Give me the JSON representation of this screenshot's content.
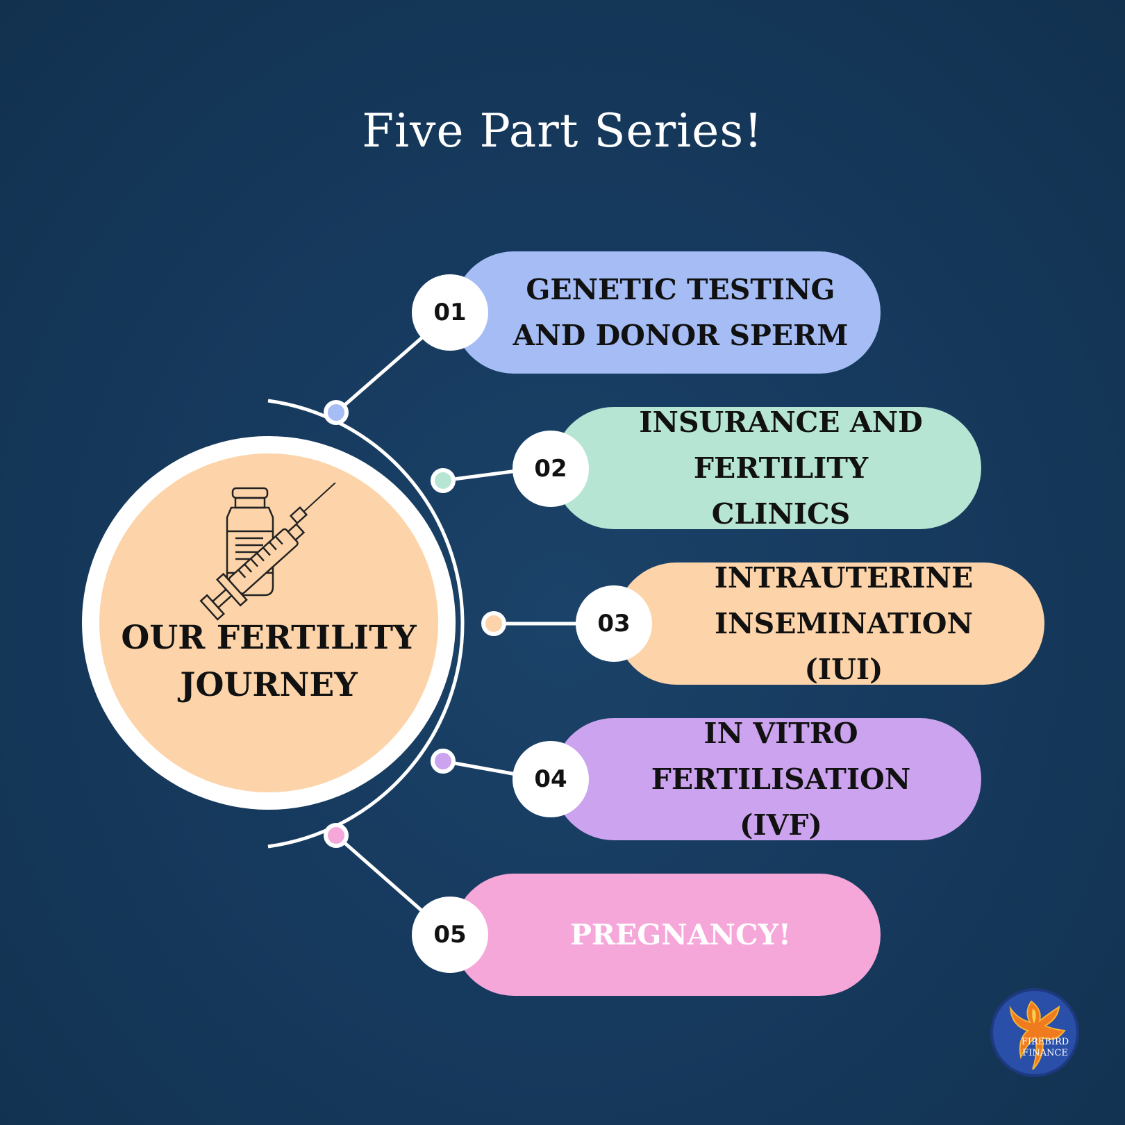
{
  "title": "Five Part Series!",
  "hub": {
    "label": "OUR FERTILITY JOURNEY",
    "icon": "vial-syringe-icon",
    "color": "#fdd4a9"
  },
  "steps": [
    {
      "number": "01",
      "label": "GENETIC TESTING AND DONOR SPERM",
      "color": "#a5bcf5",
      "text_color": "#111111"
    },
    {
      "number": "02",
      "label": "INSURANCE AND FERTILITY CLINICS",
      "color": "#b7e5d3",
      "text_color": "#111111"
    },
    {
      "number": "03",
      "label": "INTRAUTERINE INSEMINATION (IUI)",
      "color": "#fdd4a9",
      "text_color": "#111111"
    },
    {
      "number": "04",
      "label": "IN VITRO FERTILISATION (IVF)",
      "color": "#cca3ee",
      "text_color": "#111111"
    },
    {
      "number": "05",
      "label": "PREGNANCY!",
      "color": "#f6a7d9",
      "text_color": "#ffffff"
    }
  ],
  "logo": {
    "icon": "firebird-phoenix-logo",
    "text_line1": "FIREBIRD",
    "text_line2": "FINANCE"
  }
}
